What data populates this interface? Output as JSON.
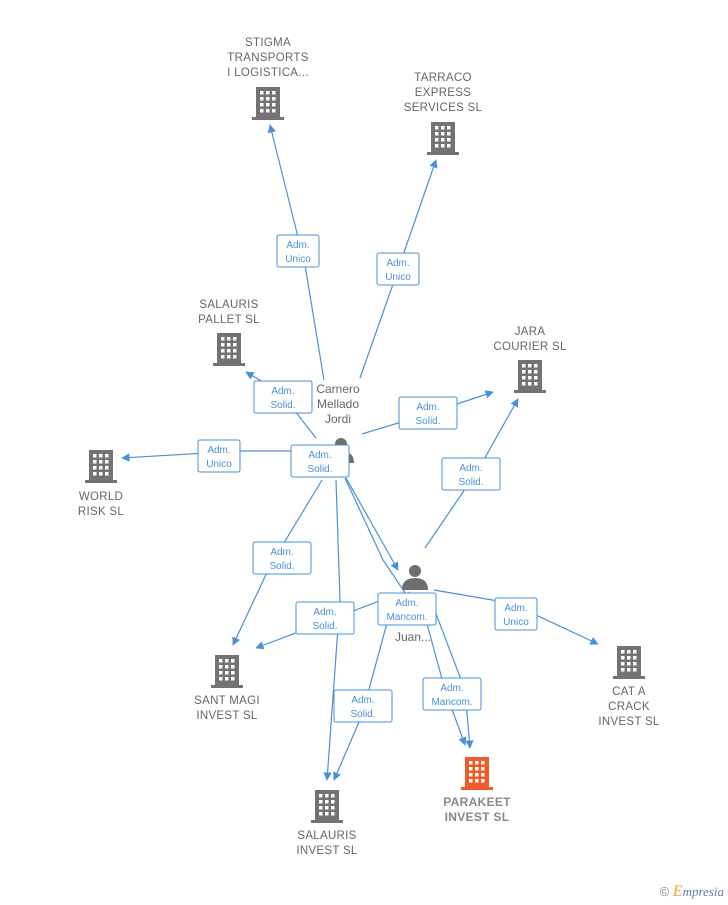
{
  "companies": [
    {
      "id": "stigma",
      "lines": [
        "STIGMA",
        "TRANSPORTS",
        "I LOGISTICA..."
      ],
      "focus": false
    },
    {
      "id": "tarraco",
      "lines": [
        "TARRACO",
        "EXPRESS",
        "SERVICES  SL"
      ],
      "focus": false
    },
    {
      "id": "salauris_pallet",
      "lines": [
        "SALAURIS",
        "PALLET  SL"
      ],
      "focus": false
    },
    {
      "id": "jara",
      "lines": [
        "JARA",
        "COURIER SL"
      ],
      "focus": false
    },
    {
      "id": "world_risk",
      "lines": [
        "WORLD",
        "RISK SL"
      ],
      "focus": false
    },
    {
      "id": "sant_magi",
      "lines": [
        "SANT MAGI",
        "INVEST  SL"
      ],
      "focus": false
    },
    {
      "id": "cat_a_crack",
      "lines": [
        "CAT A",
        "CRACK",
        "INVEST  SL"
      ],
      "focus": false
    },
    {
      "id": "salauris_invest",
      "lines": [
        "SALAURIS",
        "INVEST  SL"
      ],
      "focus": false
    },
    {
      "id": "parakeet",
      "lines": [
        "PARAKEET",
        "INVEST  SL"
      ],
      "focus": true
    }
  ],
  "persons": [
    {
      "id": "carnero",
      "lines": [
        "Carnero",
        "Mellado",
        "Jordi"
      ]
    },
    {
      "id": "juan",
      "lines": [
        "Juan..."
      ]
    }
  ],
  "roles": [
    {
      "id": "r1",
      "lines": [
        "Adm.",
        "Unico"
      ]
    },
    {
      "id": "r2",
      "lines": [
        "Adm.",
        "Unico"
      ]
    },
    {
      "id": "r3",
      "lines": [
        "Adm.",
        "Solid."
      ]
    },
    {
      "id": "r4",
      "lines": [
        "Adm.",
        "Solid."
      ]
    },
    {
      "id": "r5",
      "lines": [
        "Adm.",
        "Unico"
      ]
    },
    {
      "id": "r6",
      "lines": [
        "Adm.",
        "Solid."
      ]
    },
    {
      "id": "r7",
      "lines": [
        "Adm.",
        "Solid."
      ]
    },
    {
      "id": "r8",
      "lines": [
        "Adm.",
        "Solid."
      ]
    },
    {
      "id": "r9",
      "lines": [
        "Adm.",
        "Solid."
      ]
    },
    {
      "id": "r10",
      "lines": [
        "Adm.",
        "Solid."
      ]
    },
    {
      "id": "r11",
      "lines": [
        "Adm.",
        "Mancom."
      ]
    },
    {
      "id": "r12",
      "lines": [
        "Adm.",
        "Unico"
      ]
    },
    {
      "id": "r13",
      "lines": [
        "Adm.",
        "Mancom."
      ]
    }
  ],
  "colors": {
    "edge": "#4a90d9",
    "building": "#737373",
    "focus_building": "#f05a28"
  },
  "watermark": {
    "symbol": "©",
    "brand_first": "E",
    "brand_rest": "mpresia"
  }
}
